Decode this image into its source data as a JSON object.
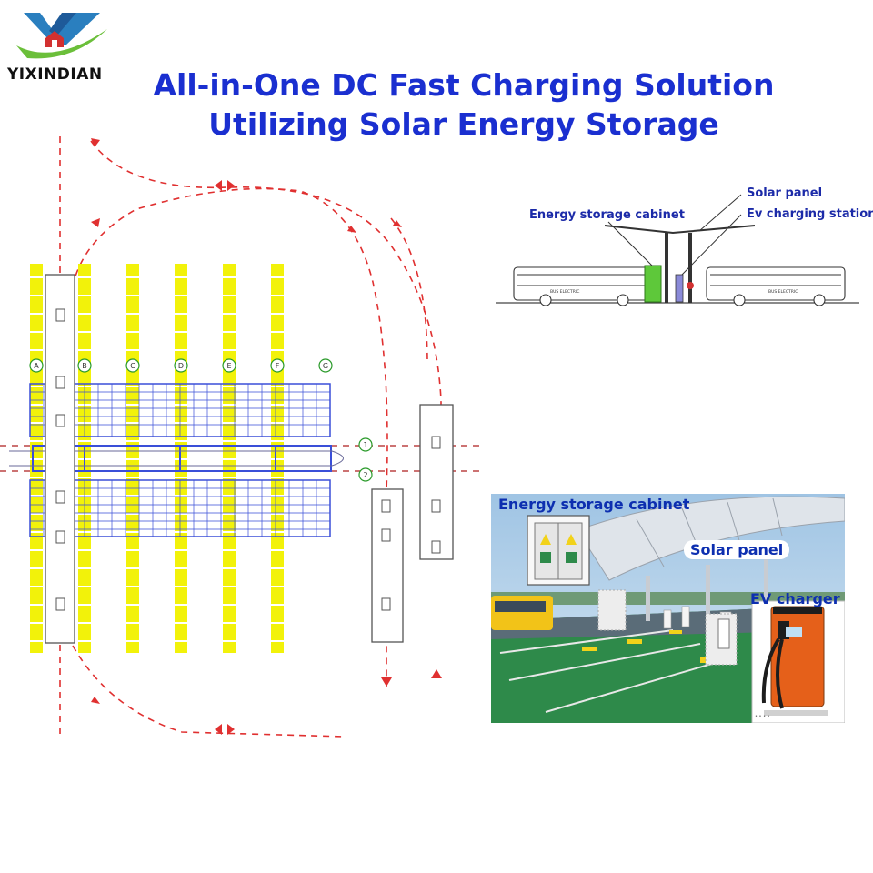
{
  "brand": {
    "name": "YIXINDIAN",
    "logo_icon": "yx-logo-icon"
  },
  "title": {
    "line1": "All-in-One DC Fast Charging Solution",
    "line2": "Utilizing Solar Energy Storage"
  },
  "site_plan": {
    "grid_columns": [
      "A",
      "B",
      "C",
      "D",
      "E",
      "F",
      "G"
    ],
    "grid_rows": [
      "1",
      "2"
    ]
  },
  "elevation_diagram": {
    "callouts": {
      "solar_panel": "Solar panel",
      "ev_charging_station": "Ev charging station",
      "energy_storage_cabinet": "Energy storage cabinet"
    },
    "bus_text": "BUS ELECTRIC"
  },
  "photo": {
    "labels": {
      "energy_storage_cabinet": "Energy storage cabinet",
      "solar_panel": "Solar panel",
      "ev_charger": "EV charger"
    }
  },
  "colors": {
    "title_blue": "#1a2fd0",
    "parking_yellow": "#f2f20a",
    "canopy_blue": "#3a4fd8",
    "route_red": "#e03030",
    "storage_green": "#5ec83a",
    "grass_green": "#2e8a4a",
    "charger_orange": "#e5601a"
  }
}
